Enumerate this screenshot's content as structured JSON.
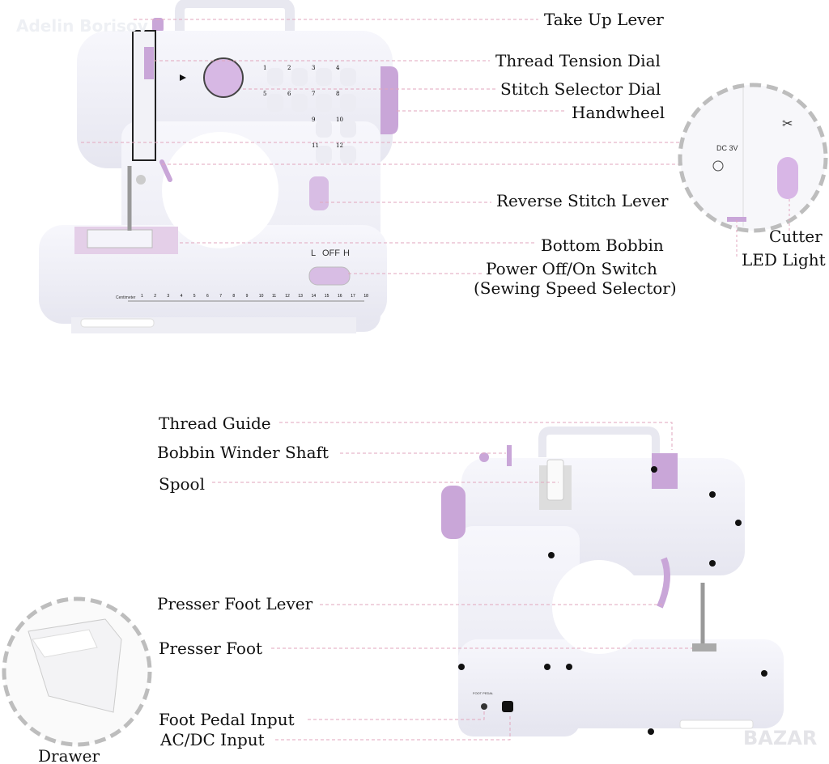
{
  "watermarks": {
    "top": "Adelin Borisov",
    "bottom": "BAZAR"
  },
  "front_labels": {
    "take_up_lever": "Take Up Lever",
    "thread_tension_dial": "Thread Tension Dial",
    "stitch_selector_dial": "Stitch Selector Dial",
    "handwheel": "Handwheel",
    "reverse_stitch_lever": "Reverse Stitch Lever",
    "bottom_bobbin": "Bottom Bobbin",
    "power_switch": "Power Off/On Switch",
    "speed_selector": "(Sewing Speed Selector)"
  },
  "inset_labels": {
    "dc": "DC 3V",
    "cutter": "Cutter",
    "led_light": "LED Light"
  },
  "back_labels": {
    "thread_guide": "Thread Guide",
    "bobbin_winder_shaft": "Bobbin Winder Shaft",
    "spool": "Spool",
    "presser_foot_lever": "Presser Foot Lever",
    "presser_foot": "Presser Foot",
    "foot_pedal_input": "Foot Pedal Input",
    "acdc_input": "AC/DC Input",
    "drawer": "Drawer"
  },
  "machine_text": {
    "switch": {
      "low": "L",
      "off": "OFF",
      "high": "H"
    },
    "ruler_title": "Centimeter",
    "ruler_numbers": [
      "1",
      "2",
      "3",
      "4",
      "5",
      "6",
      "7",
      "8",
      "9",
      "10",
      "11",
      "12",
      "13",
      "14",
      "15",
      "16",
      "17",
      "18"
    ],
    "stitch_numbers": [
      "1",
      "2",
      "3",
      "4",
      "5",
      "6",
      "7",
      "8",
      "9",
      "10",
      "11",
      "12"
    ],
    "foot_pedal_port": "FOOT PEDAL"
  },
  "colors": {
    "accent": "#c9a6d8",
    "body": "#f1f1f8",
    "guide": "#e2a6bd"
  }
}
